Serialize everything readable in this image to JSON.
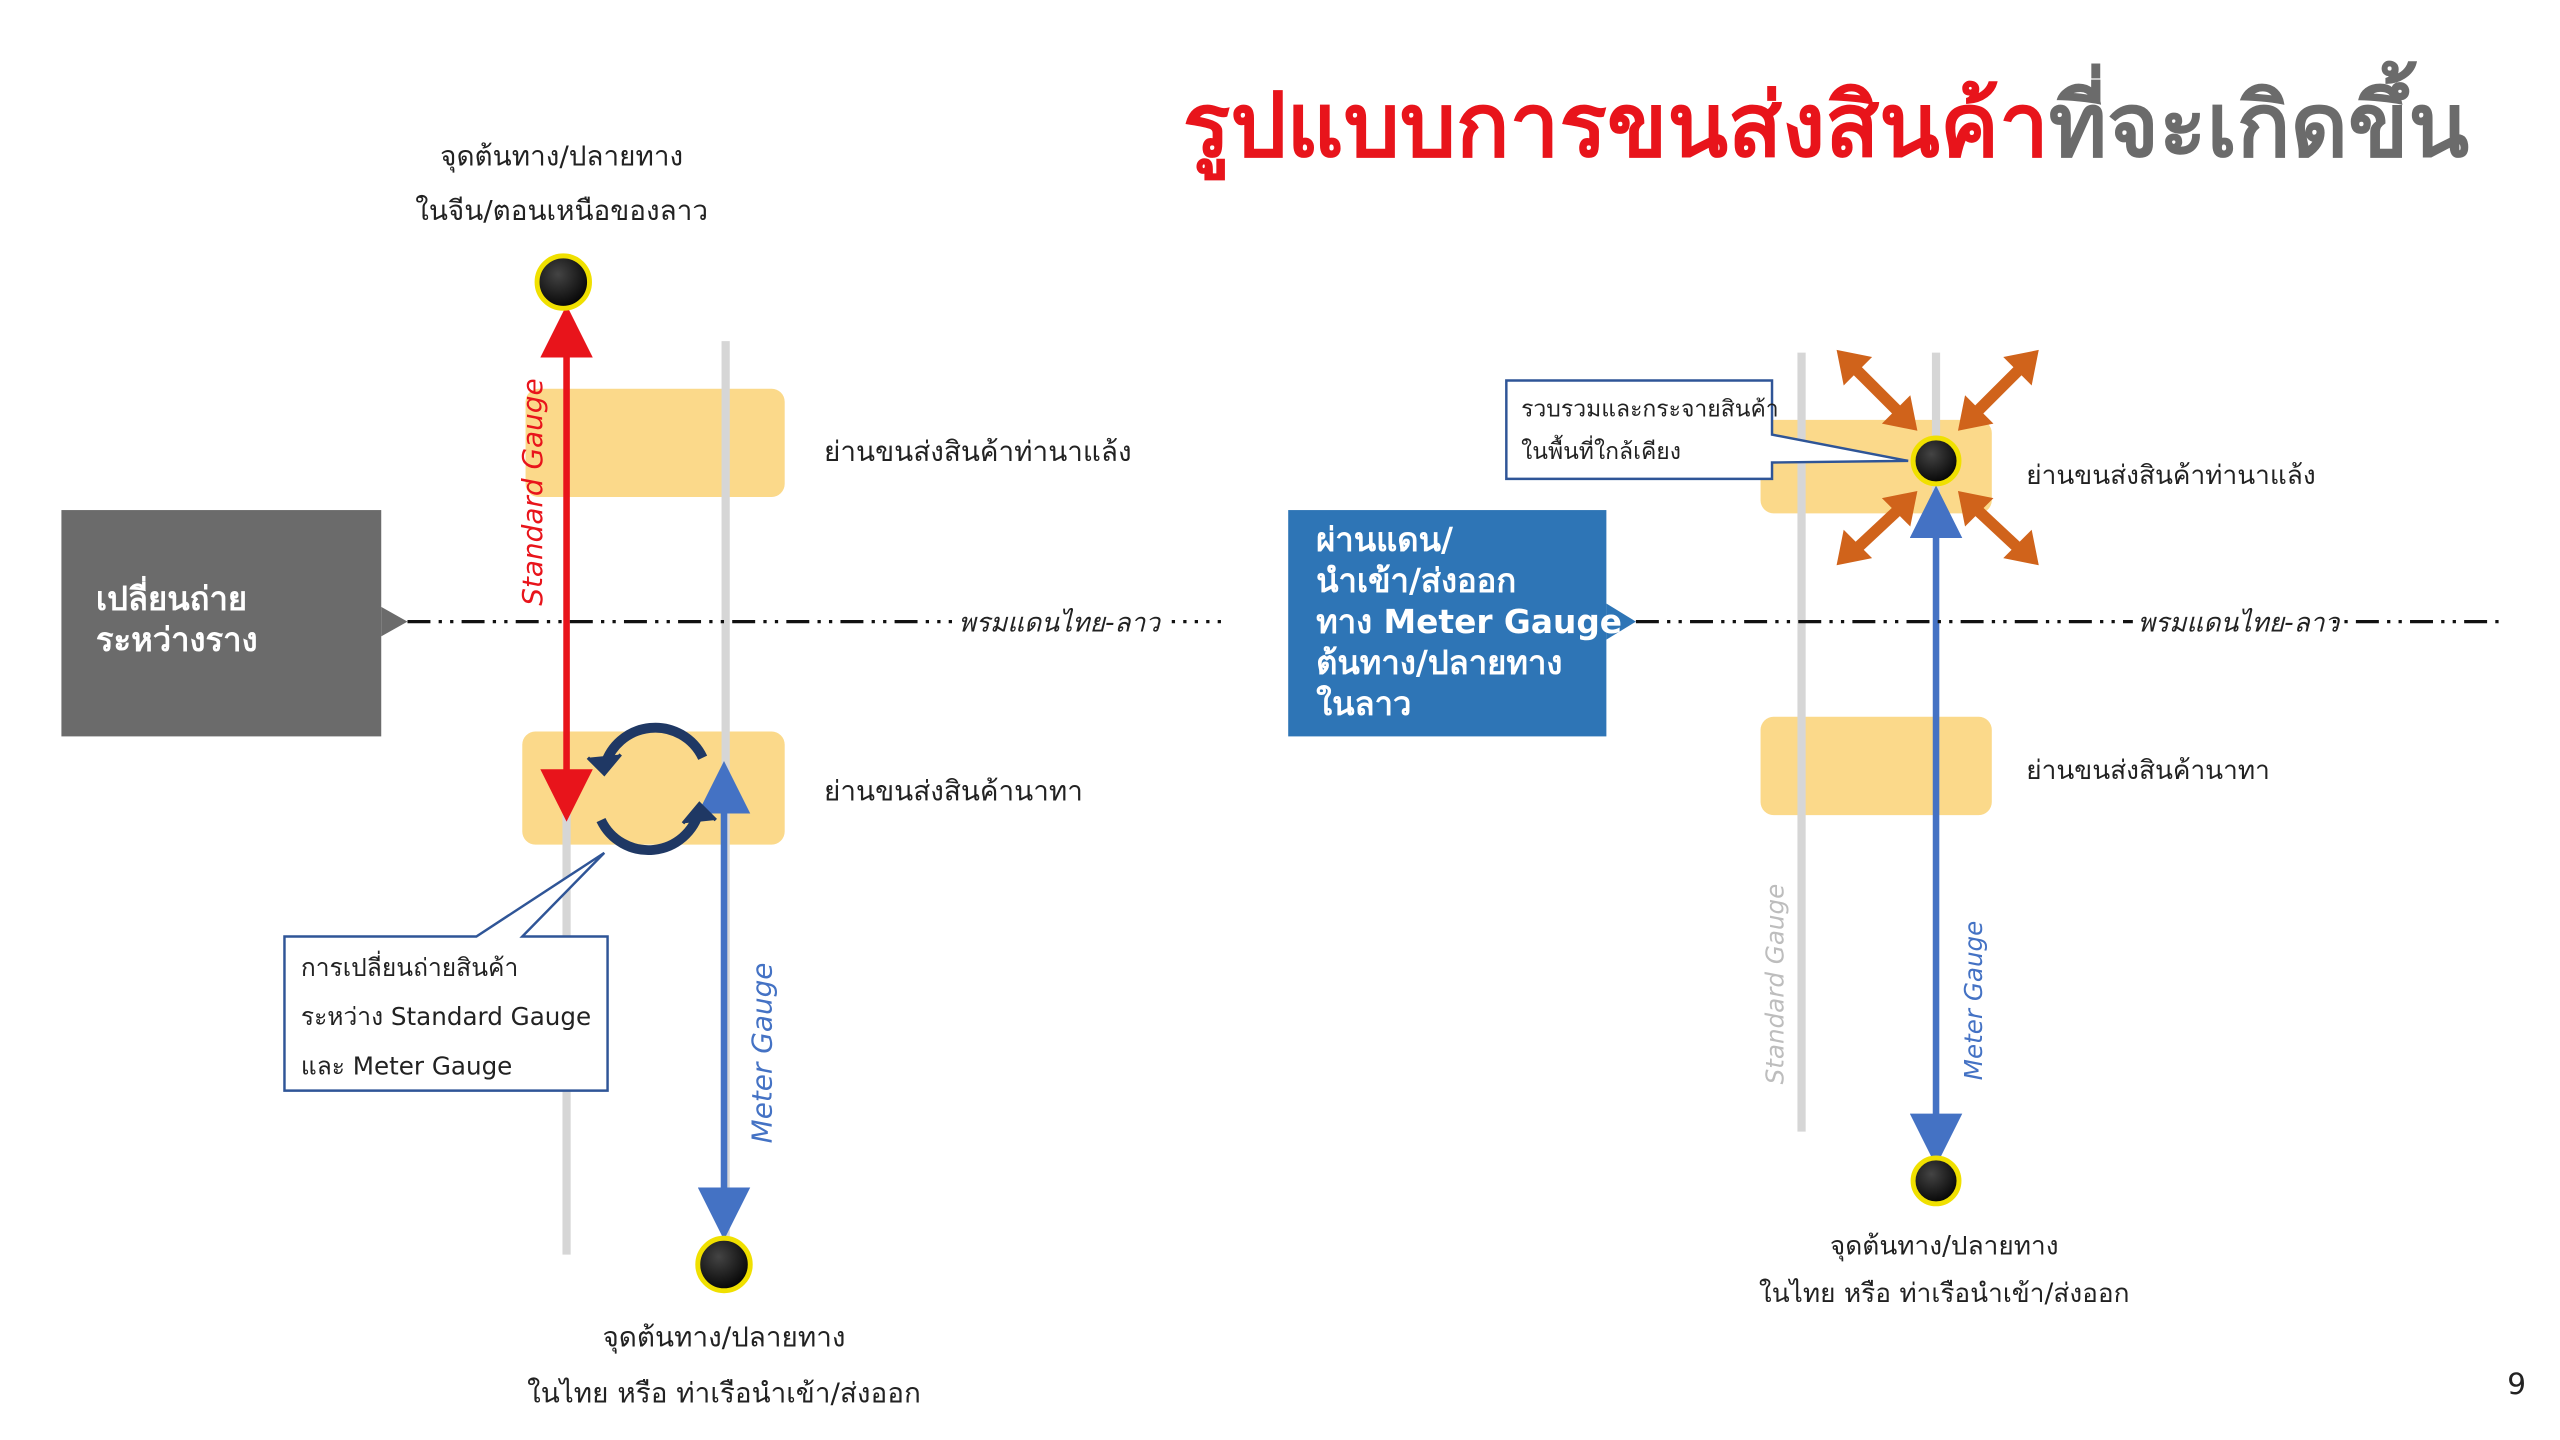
{
  "title": {
    "part1": "รูปแบบการขนส่งสินค้า",
    "part2": "ที่จะเกิดขึ้น"
  },
  "page_number": "9",
  "colors": {
    "red": "#e8141b",
    "blue": "#4472c4",
    "yellow_zone": "#fbd98a",
    "orange": "#d0631b",
    "gray_box": "#6b6b6b",
    "blue_box": "#2e75b6"
  },
  "left": {
    "top_origin": [
      "จุดต้นทาง/ปลายทาง",
      "ในจีน/ตอนเหนือของลาว"
    ],
    "zone_top": "ย่านขนส่งสินค้าท่านาแล้ง",
    "zone_bottom": "ย่านขนส่งสินค้านาทา",
    "standard_gauge": "Standard Gauge",
    "meter_gauge": "Meter Gauge",
    "side_box": [
      "เปลี่ยนถ่าย",
      "ระหว่างราง"
    ],
    "border": "พรมแดนไทย-ลาว",
    "callout": [
      "การเปลี่ยนถ่ายสินค้า",
      "ระหว่าง Standard Gauge",
      "และ Meter Gauge"
    ],
    "bottom_origin": [
      "จุดต้นทาง/ปลายทาง",
      "ในไทย หรือ ท่าเรือนำเข้า/ส่งออก"
    ]
  },
  "right": {
    "side_box": [
      "ผ่านแดน/",
      "นำเข้า/ส่งออก",
      "ทาง Meter Gauge",
      "ต้นทาง/ปลายทาง",
      "ในลาว"
    ],
    "callout": [
      "รวบรวมและกระจายสินค้า",
      "ในพื้นที่ใกล้เคียง"
    ],
    "zone_top": "ย่านขนส่งสินค้าท่านาแล้ง",
    "zone_bottom": "ย่านขนส่งสินค้านาทา",
    "standard_gauge": "Standard Gauge",
    "meter_gauge": "Meter Gauge",
    "border": "พรมแดนไทย-ลาว",
    "bottom_origin": [
      "จุดต้นทาง/ปลายทาง",
      "ในไทย หรือ ท่าเรือนำเข้า/ส่งออก"
    ]
  }
}
